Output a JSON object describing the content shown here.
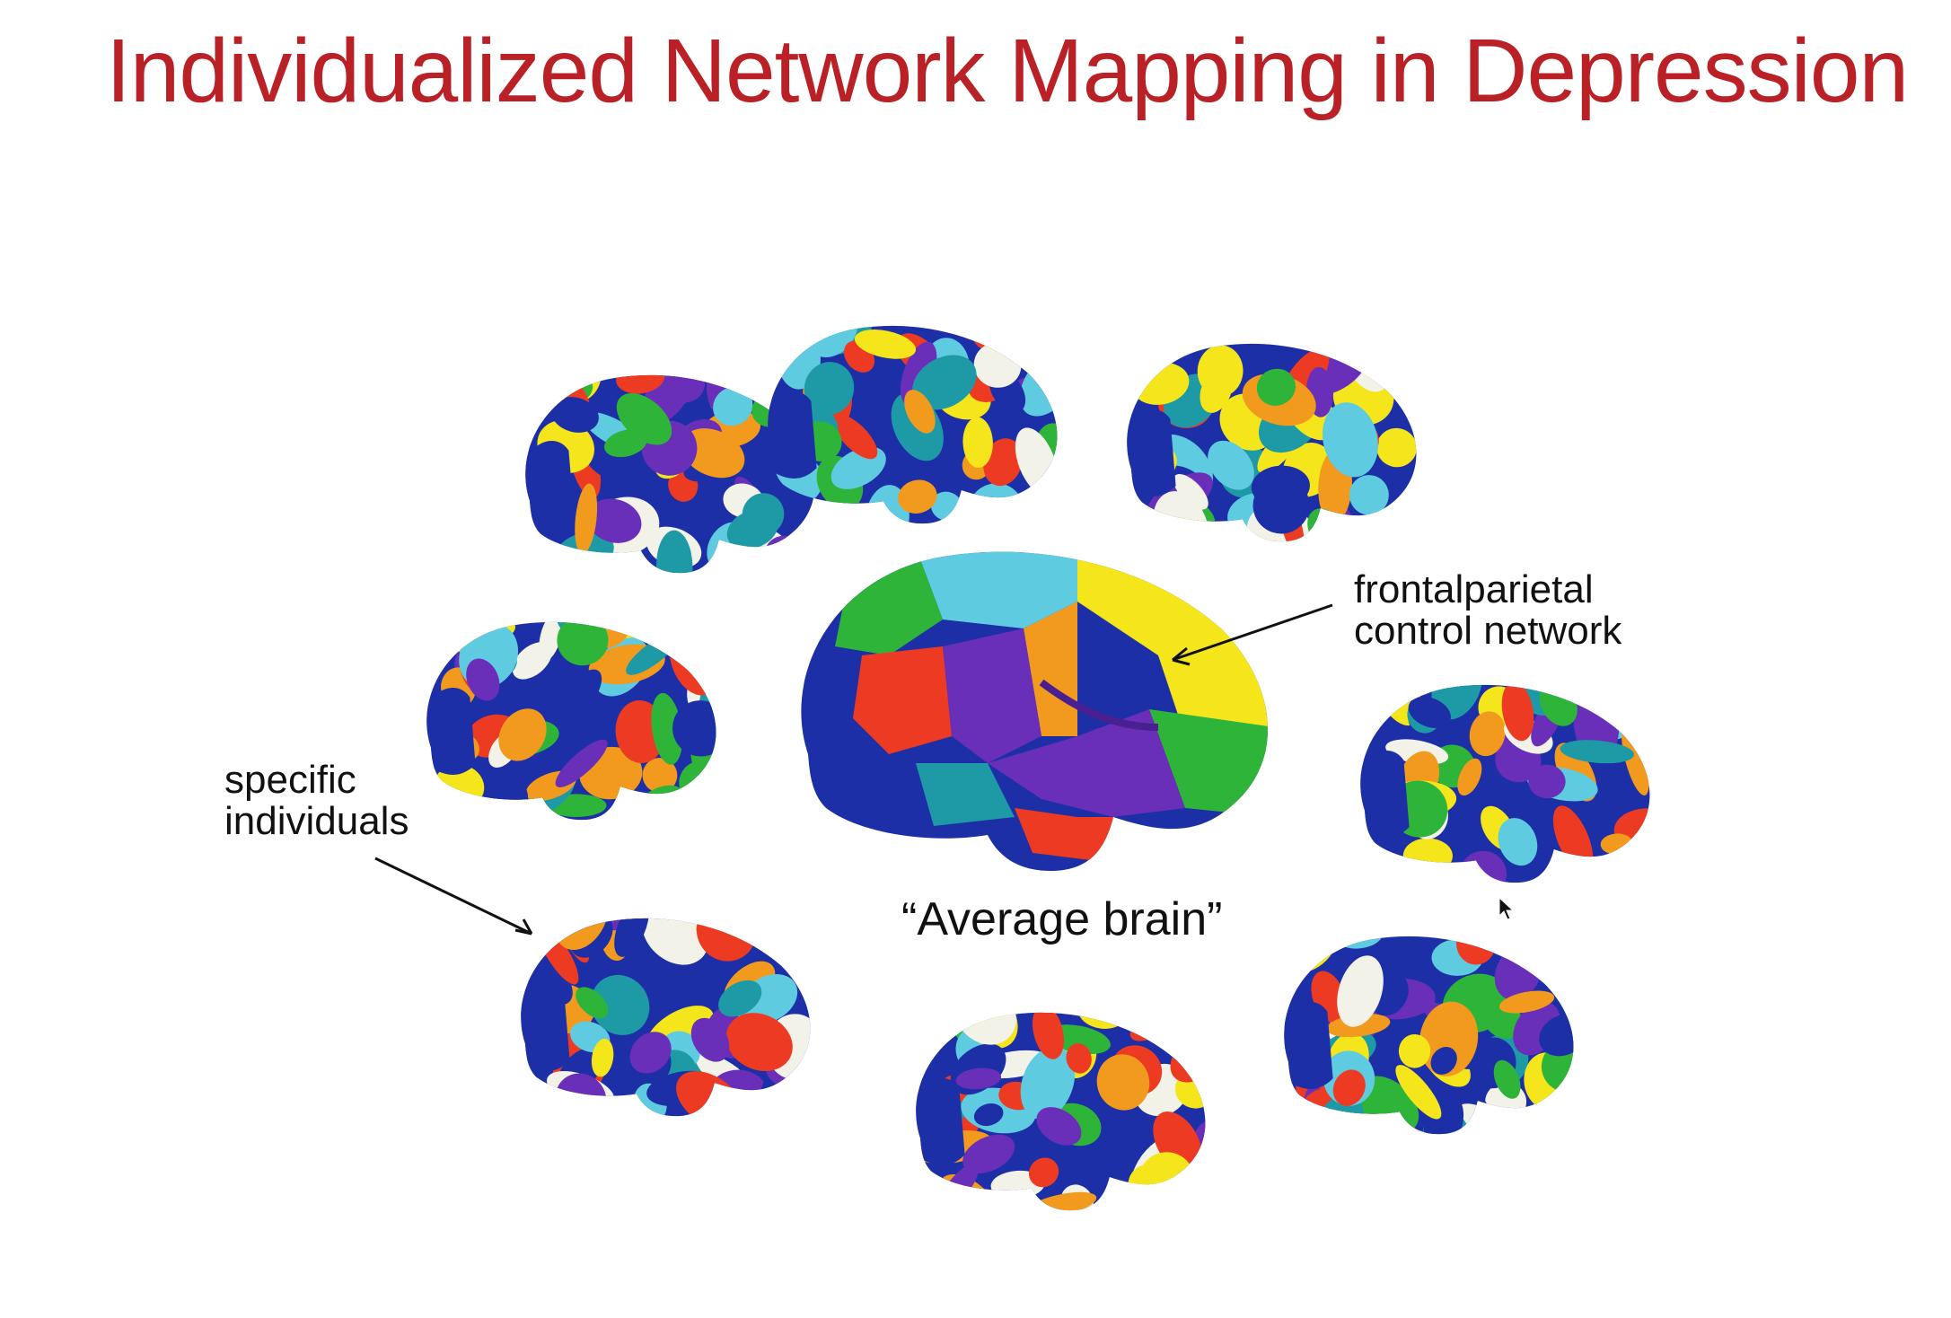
{
  "slide": {
    "title": "Individualized Network Mapping in Depression"
  },
  "annotations": {
    "frontoparietal_line1": "frontalparietal",
    "frontoparietal_line2": "control network",
    "individuals_line1": "specific",
    "individuals_line2": "individuals",
    "average_caption": "“Average brain”"
  },
  "network_colors": {
    "blue": "#1d2fa6",
    "cyan": "#5fcbe0",
    "teal": "#1e9aa6",
    "yellow": "#f4e61a",
    "orange": "#f29a1e",
    "purple": "#6a2fb8",
    "red": "#ec3b22",
    "green": "#2fb43a",
    "white": "#f2f2e8"
  },
  "brains": [
    {
      "id": "average",
      "kind": "average"
    },
    {
      "id": "individual-1",
      "kind": "individual"
    },
    {
      "id": "individual-2",
      "kind": "individual"
    },
    {
      "id": "individual-3",
      "kind": "individual"
    },
    {
      "id": "individual-4",
      "kind": "individual"
    },
    {
      "id": "individual-5",
      "kind": "individual"
    },
    {
      "id": "individual-6",
      "kind": "individual"
    },
    {
      "id": "individual-7",
      "kind": "individual"
    },
    {
      "id": "individual-8",
      "kind": "individual"
    }
  ]
}
